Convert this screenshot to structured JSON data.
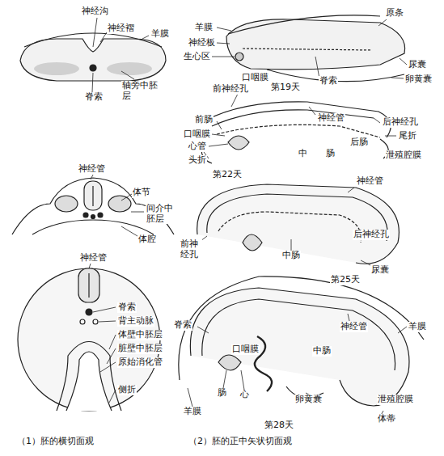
{
  "diagram": {
    "labels": [
      "神经沟",
      "神经褶",
      "羊膜",
      "轴旁中胚层",
      "脊索",
      "神经管",
      "体节",
      "间介中胚层",
      "体腔",
      "神经管",
      "脊索",
      "背主动脉",
      "体壁中胚层",
      "脏壁中胚层",
      "原始消化管",
      "侧折",
      "（1）胚的横切面观",
      "羊膜",
      "原条",
      "神经板",
      "生心区",
      "口咽膜",
      "尿囊",
      "脊索",
      "卵黄囊",
      "第19天",
      "前神经孔",
      "神经管",
      "后神经孔",
      "前肠",
      "口咽膜",
      "心管",
      "头折",
      "中",
      "肠",
      "后肠",
      "尾折",
      "泄殖腔膜",
      "第22天",
      "神经管",
      "前神经孔",
      "后神经孔",
      "中肠",
      "尿囊",
      "第25天",
      "神经管",
      "脊索",
      "口咽膜",
      "中肠",
      "羊膜",
      "肠",
      "心",
      "卵黄囊",
      "泄殖腔膜",
      "体蒂",
      "羊膜",
      "第28天",
      "（2）胚的正中矢状切面观"
    ]
  }
}
